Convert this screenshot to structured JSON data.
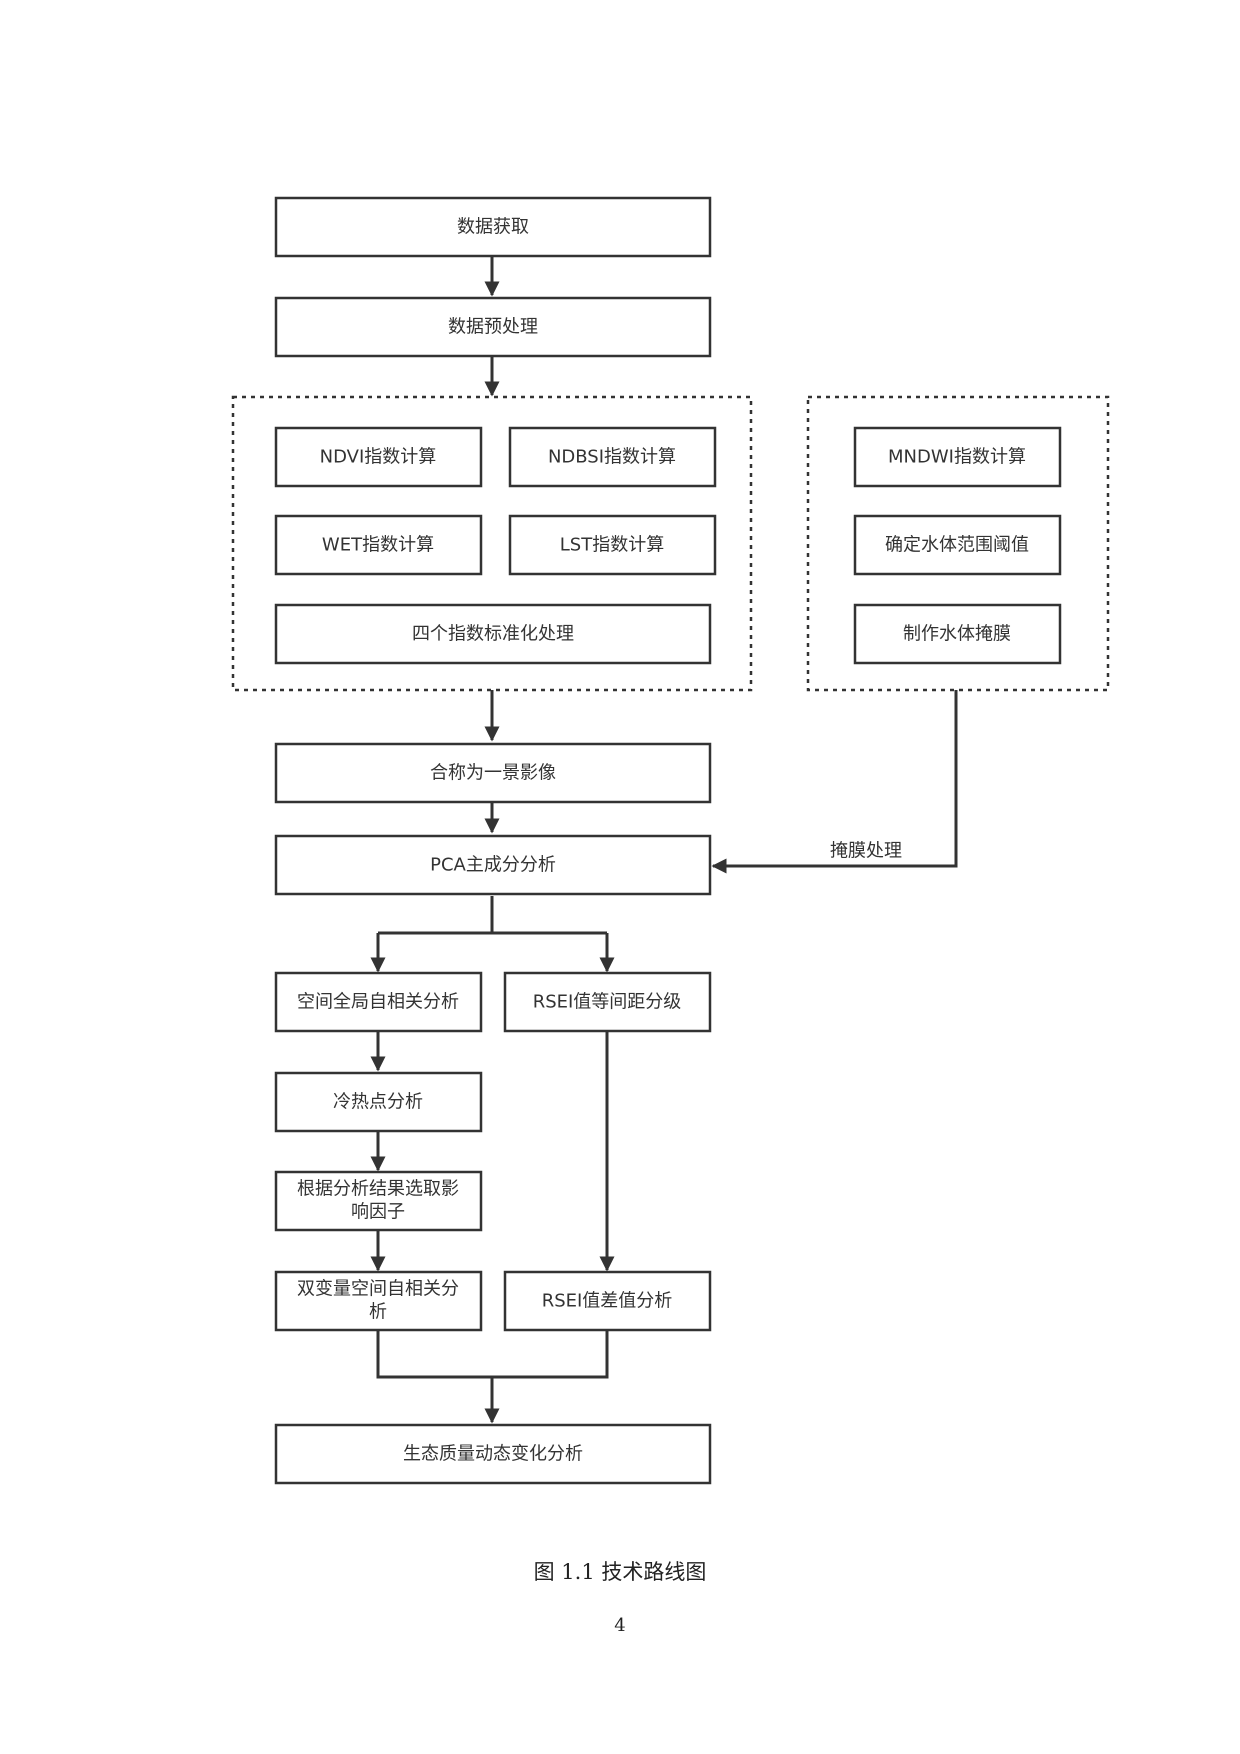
{
  "nodes": {
    "data_acquisition": "数据获取",
    "data_preprocessing": "数据预处理",
    "ndvi": "NDVI指数计算",
    "ndbsi": "NDBSI指数计算",
    "wet": "WET指数计算",
    "lst": "LST指数计算",
    "normalization": "四个指数标准化处理",
    "mndwi": "MNDWI指数计算",
    "water_threshold": "确定水体范围阈值",
    "water_mask": "制作水体掩膜",
    "composite": "合称为一景影像",
    "pca": "PCA主成分分析",
    "global_autocorr": "空间全局自相关分析",
    "rsei_grading": "RSEI值等间距分级",
    "hotspot": "冷热点分析",
    "select_factors": [
      "根据分析结果选取影",
      "响因子"
    ],
    "bivariate": [
      "双变量空间自相关分",
      "析"
    ],
    "rsei_diff": "RSEI值差值分析",
    "eco_change": "生态质量动态变化分析"
  },
  "edge_labels": {
    "mask_processing": "掩膜处理"
  },
  "caption": "图 1.1 技术路线图",
  "page_number": "4"
}
